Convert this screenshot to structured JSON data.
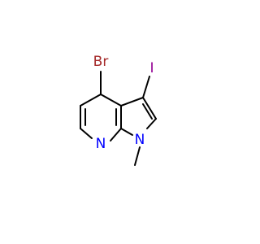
{
  "molecule": {
    "atoms": {
      "bromine": "Br",
      "iodine": "I",
      "pyridine_nitrogen": "N",
      "pyrrole_nitrogen": "N"
    },
    "colors": {
      "bond": "#000000",
      "bromine": "#A52A2A",
      "iodine": "#940094",
      "nitrogen": "#0000FF"
    }
  }
}
